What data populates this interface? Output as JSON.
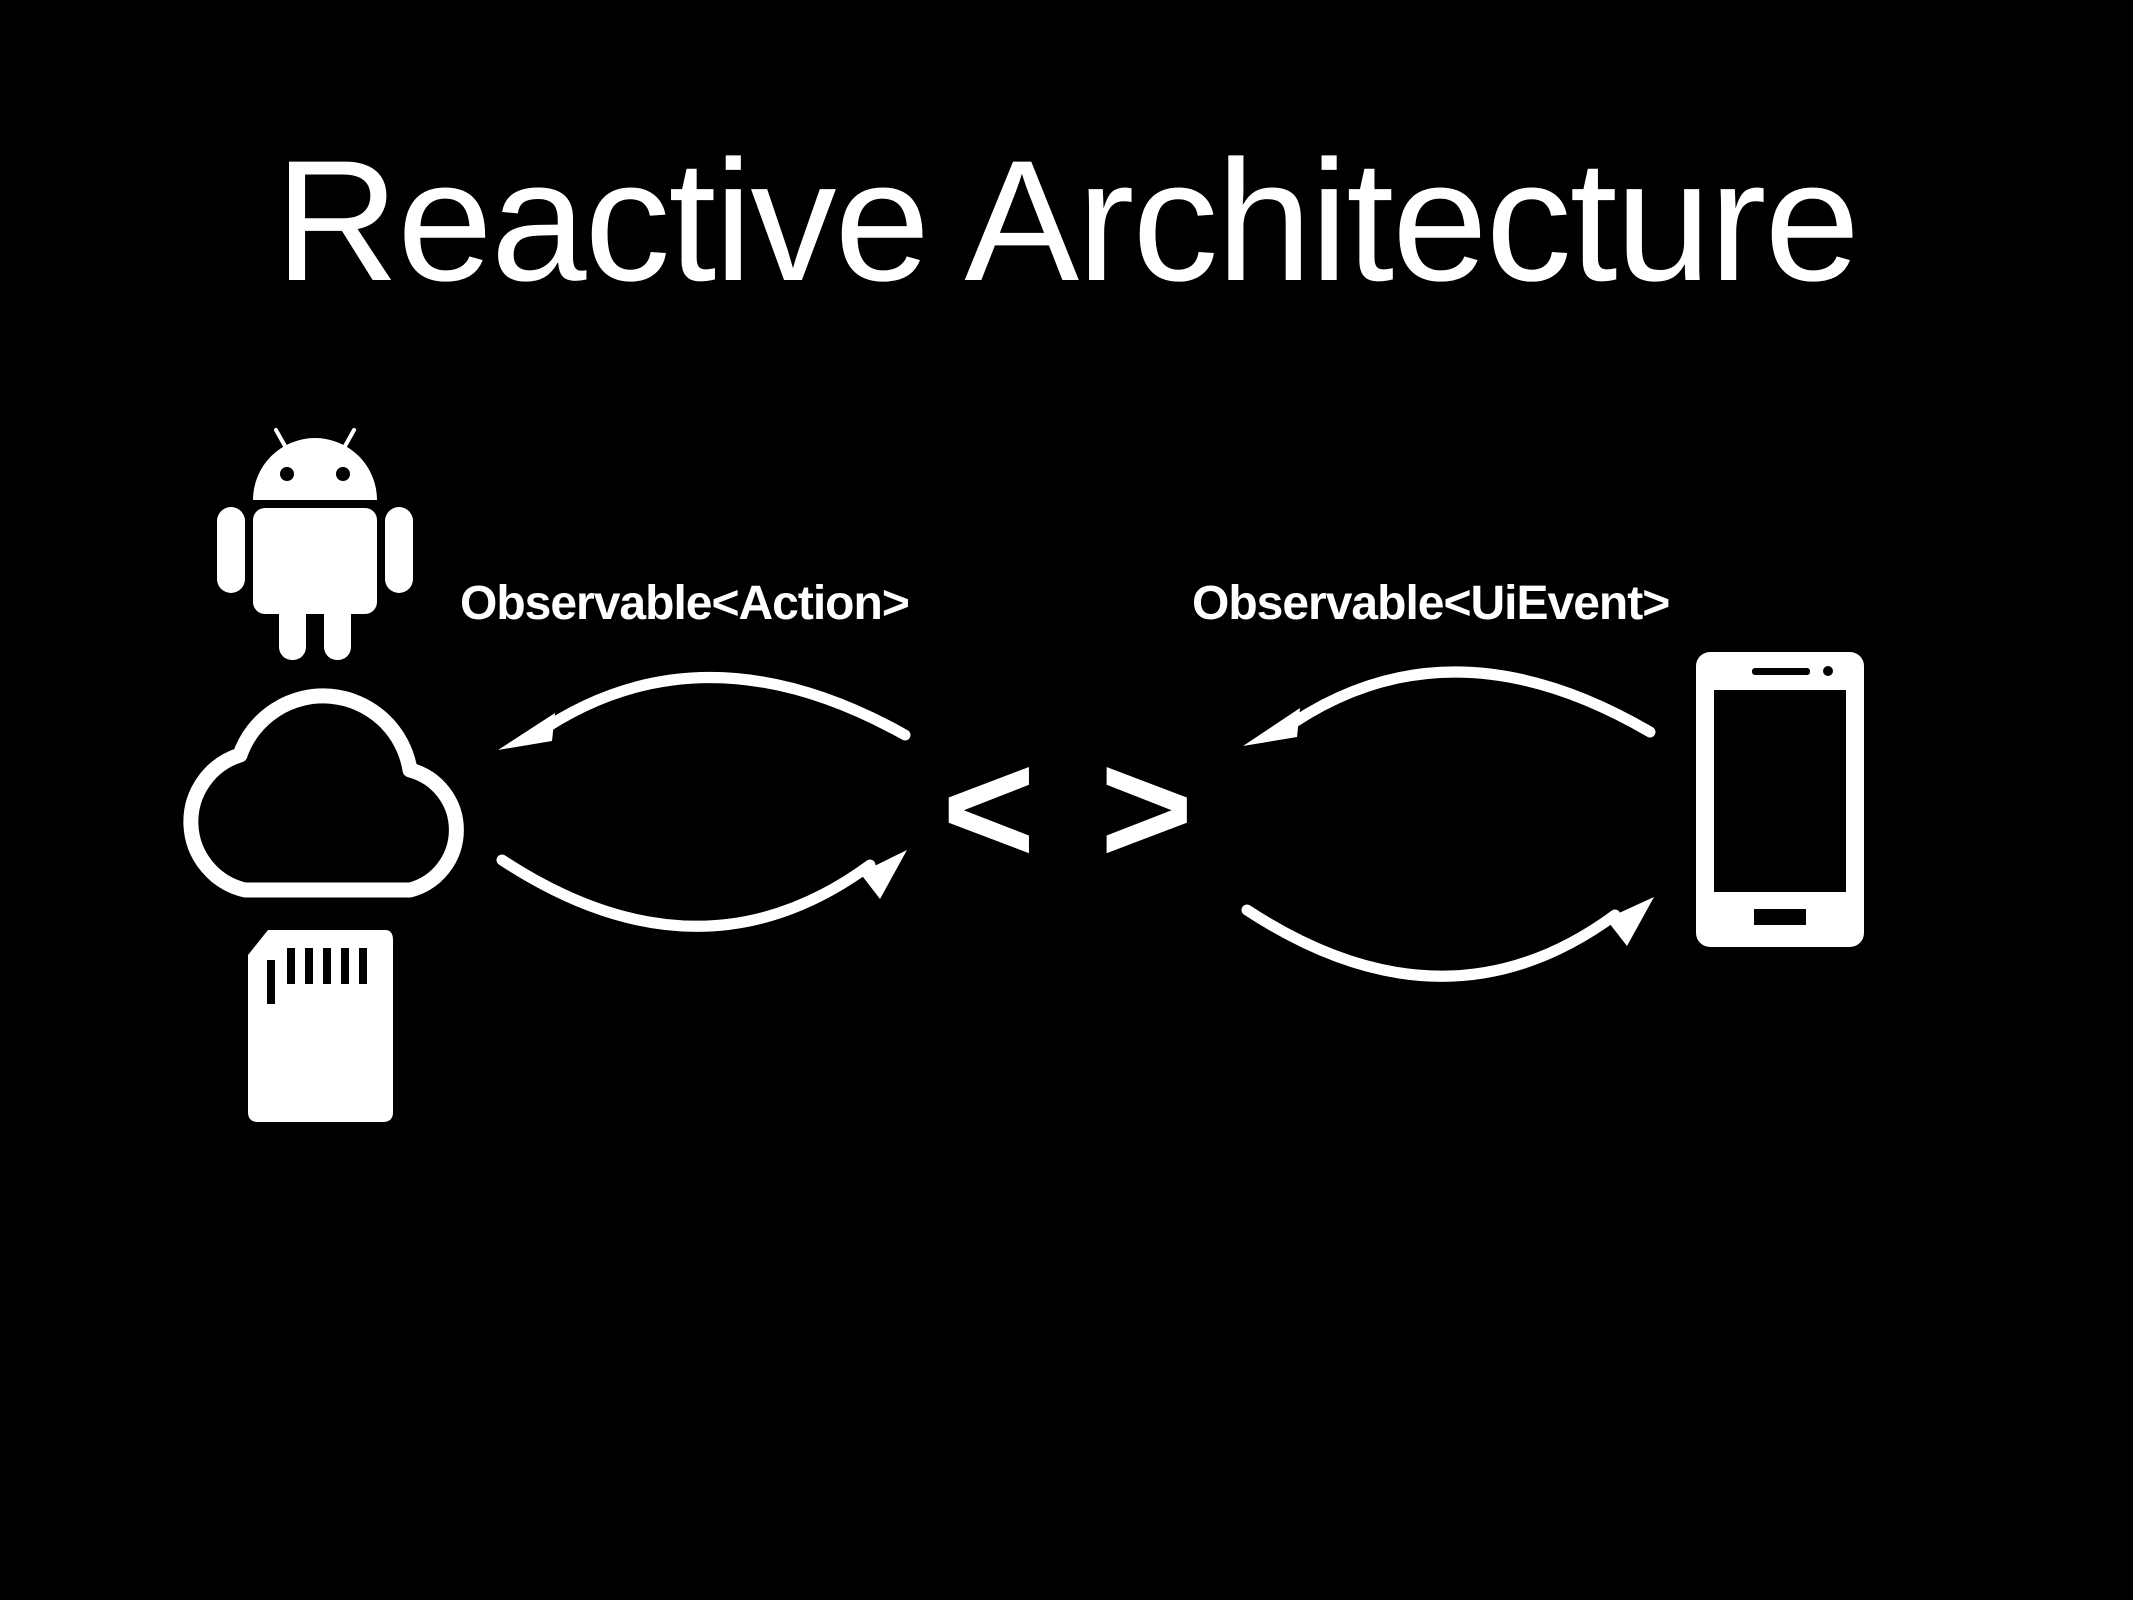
{
  "slide": {
    "title": "Reactive Architecture",
    "background_color": "#000000",
    "foreground_color": "#ffffff"
  },
  "diagram": {
    "left_label": "Observable<Action>",
    "right_label": "Observable<UiEvent>",
    "center_symbol": "< >",
    "left_icons": [
      "android-icon",
      "cloud-icon",
      "sd-card-icon"
    ],
    "right_icons": [
      "smartphone-icon"
    ]
  }
}
